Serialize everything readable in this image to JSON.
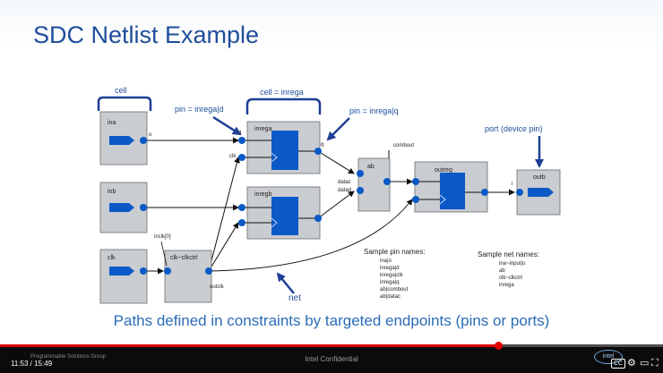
{
  "slide": {
    "title": "SDC Netlist Example",
    "subtitle": "Paths defined in constraints by targeted endpoints (pins or ports)"
  },
  "diagram": {
    "annotations": {
      "cell": "cell",
      "cell_inrega": "cell = inrega",
      "pin_d": "pin = inrega|d",
      "pin_q": "pin = inrega|q",
      "port": "port (device pin)",
      "net": "net"
    },
    "cells": {
      "ina": "ina",
      "inb": "inb",
      "clk": "clk",
      "clkctrl": "clk~clkctrl",
      "inrega": "inrega",
      "inregb": "inregb",
      "ab": "ab",
      "outreg": "outreg",
      "outb": "outb"
    },
    "pin_labels": {
      "o": "o",
      "d": "d",
      "clk": "clk",
      "q": "q",
      "datac": "datac",
      "datad": "datad",
      "combout": "combout",
      "inclk": "inclk[0]",
      "outclk": "outclk",
      "i": "i"
    },
    "sample_pins": {
      "heading": "Sample pin names:",
      "items": [
        "ina|o",
        "inrega|d",
        "inrega|clk",
        "inrega|q",
        "ab|combout",
        "ab|datac"
      ]
    },
    "sample_nets": {
      "heading": "Sample net names:",
      "items": [
        "ina~input|o",
        "ab",
        "clk~clkctrl",
        "inrega"
      ]
    }
  },
  "footer": {
    "group": "Programmable Solutions Group",
    "confidential": "Intel Confidential",
    "time_current": "11:53",
    "time_total": "15:49",
    "time_separator": " / ",
    "progress": 0.751,
    "logo": "intel",
    "controls": {
      "cc": "CC",
      "settings": "⚙",
      "miniplayer": "▭",
      "fullscreen": "⛶"
    }
  },
  "colors": {
    "title": "#1f4e9a",
    "accent_blue": "#0a59c6",
    "box_fill": "#c9ccd0",
    "arrow": "#1e3f95",
    "progress": "#e00000"
  }
}
